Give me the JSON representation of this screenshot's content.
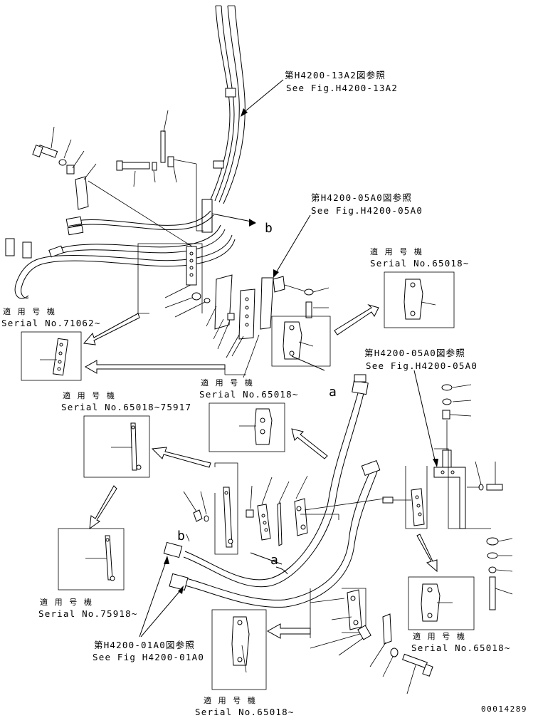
{
  "refs": {
    "fig_13a2_jp": "第H4200-13A2図参照",
    "fig_13a2_en": "See Fig.H4200-13A2",
    "fig_05a0_top_jp": "第H4200-05A0図参照",
    "fig_05a0_top_en": "See Fig.H4200-05A0",
    "fig_05a0_right_jp": "第H4200-05A0図参照",
    "fig_05a0_right_en": "See Fig.H4200-05A0",
    "fig_01a0_jp": "第H4200-01A0図参照",
    "fig_01a0_en": "See Fig H4200-01A0"
  },
  "serials": {
    "applicable_label": "適 用 号 機",
    "s_71062": "Serial No.71062~",
    "s_65018_tr": "Serial No.65018~",
    "s_65018_mid": "Serial No.65018~",
    "s_65018_75917": "Serial No.65018~75917",
    "s_75918": "Serial No.75918~",
    "s_65018_br": "Serial No.65018~",
    "s_65018_bot": "Serial No.65018~"
  },
  "markers": {
    "b_upper": "b",
    "b_lower": "b",
    "a_mid": "a",
    "a_lower": "a"
  },
  "drawing_number": "00014289"
}
